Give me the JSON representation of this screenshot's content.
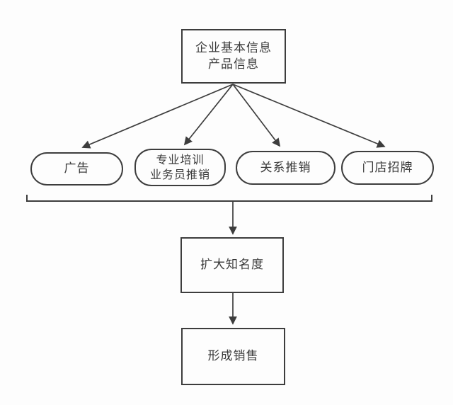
{
  "diagram": {
    "type": "flowchart",
    "colors": {
      "stroke": "#3d3d3d",
      "text": "#3a3a3a",
      "background": "#fdfdfd"
    },
    "nodes": {
      "source": {
        "id": "source",
        "shape": "rectangle",
        "label": "企业基本信息\n产品信息"
      },
      "channels": [
        {
          "id": "channel-1",
          "shape": "stadium",
          "label": "广告"
        },
        {
          "id": "channel-2",
          "shape": "stadium",
          "label": "专业培训\n业务员推销"
        },
        {
          "id": "channel-3",
          "shape": "stadium",
          "label": "关系推销"
        },
        {
          "id": "channel-4",
          "shape": "stadium",
          "label": "门店招牌"
        }
      ],
      "effect": {
        "id": "effect",
        "shape": "rectangle",
        "label": "扩大知名度"
      },
      "result": {
        "id": "result",
        "shape": "rectangle",
        "label": "形成销售"
      }
    },
    "edges": [
      {
        "from": "source",
        "to": "channel-1",
        "style": "arrow"
      },
      {
        "from": "source",
        "to": "channel-2",
        "style": "arrow"
      },
      {
        "from": "source",
        "to": "channel-3",
        "style": "arrow"
      },
      {
        "from": "source",
        "to": "channel-4",
        "style": "arrow"
      },
      {
        "from": "channels-group",
        "to": "effect",
        "style": "bracket-then-arrow"
      },
      {
        "from": "effect",
        "to": "result",
        "style": "arrow"
      }
    ]
  }
}
